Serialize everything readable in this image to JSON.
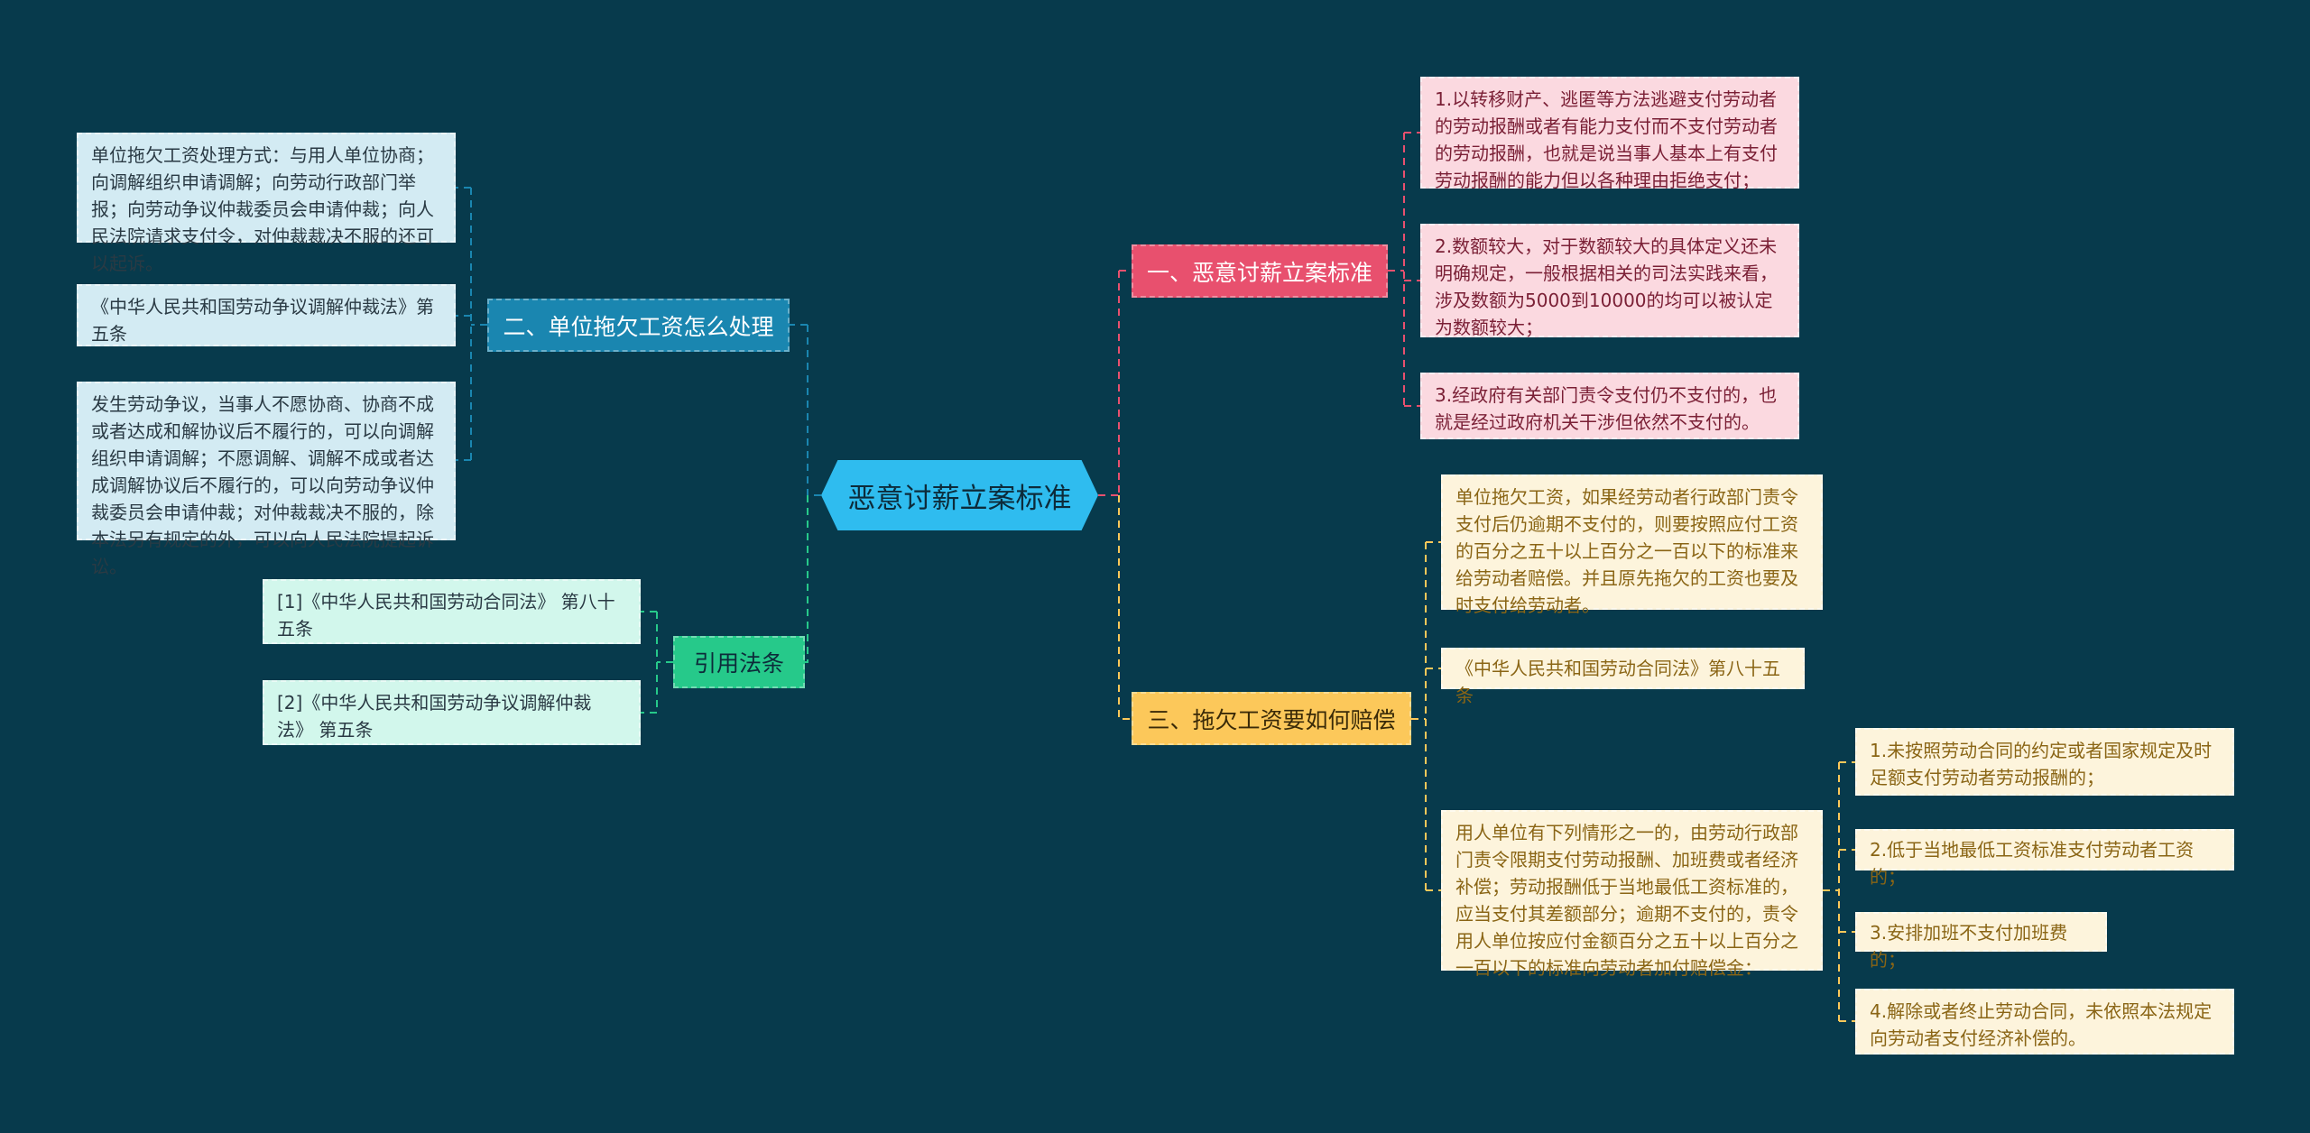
{
  "center": "恶意讨薪立案标准",
  "branches": {
    "b1": {
      "label": "一、恶意讨薪立案标准",
      "color": "#e8506e",
      "items": [
        "1.以转移财产、逃匿等方法逃避支付劳动者的劳动报酬或者有能力支付而不支付劳动者的劳动报酬，也就是说当事人基本上有支付劳动报酬的能力但以各种理由拒绝支付；",
        "2.数额较大，对于数额较大的具体定义还未明确规定，一般根据相关的司法实践来看，涉及数额为5000到10000的均可以被认定为数额较大；",
        "3.经政府有关部门责令支付仍不支付的，也就是经过政府机关干涉但依然不支付的。"
      ]
    },
    "b2": {
      "label": "二、单位拖欠工资怎么处理",
      "color": "#1a86b0",
      "items": [
        "单位拖欠工资处理方式：与用人单位协商；向调解组织申请调解；向劳动行政部门举报；向劳动争议仲裁委员会申请仲裁；向人民法院请求支付令，对仲裁裁决不服的还可以起诉。",
        "《中华人民共和国劳动争议调解仲裁法》第五条",
        "发生劳动争议，当事人不愿协商、协商不成或者达成和解协议后不履行的，可以向调解组织申请调解；不愿调解、调解不成或者达成调解协议后不履行的，可以向劳动争议仲裁委员会申请仲裁；对仲裁裁决不服的，除本法另有规定的外，可以向人民法院提起诉讼。"
      ]
    },
    "b3": {
      "label": "三、拖欠工资要如何赔偿",
      "color": "#fcc85a",
      "items": [
        "单位拖欠工资，如果经劳动者行政部门责令支付后仍逾期不支付的，则要按照应付工资的百分之五十以上百分之一百以下的标准来给劳动者赔偿。并且原先拖欠的工资也要及时支付给劳动者。",
        "《中华人民共和国劳动合同法》第八十五条",
        "用人单位有下列情形之一的，由劳动行政部门责令限期支付劳动报酬、加班费或者经济补偿；劳动报酬低于当地最低工资标准的，应当支付其差额部分；逾期不支付的，责令用人单位按应付金额百分之五十以上百分之一百以下的标准向劳动者加付赔偿金："
      ],
      "sub": [
        "1.未按照劳动合同的约定或者国家规定及时足额支付劳动者劳动报酬的；",
        "2.低于当地最低工资标准支付劳动者工资的；",
        "3.安排加班不支付加班费的；",
        "4.解除或者终止劳动合同，未依照本法规定向劳动者支付经济补偿的。"
      ]
    },
    "b4": {
      "label": "引用法条",
      "color": "#26c98a",
      "items": [
        "[1]《中华人民共和国劳动合同法》 第八十五条",
        "[2]《中华人民共和国劳动争议调解仲裁法》 第五条"
      ]
    }
  }
}
